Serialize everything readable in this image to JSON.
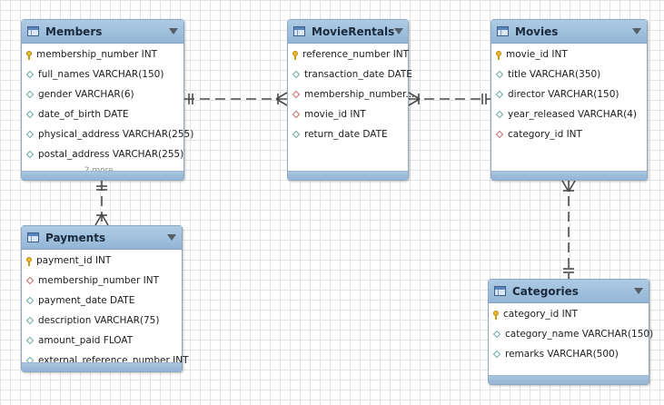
{
  "entities": {
    "members": {
      "title": "Members",
      "columns": [
        {
          "text": "membership_number INT",
          "kind": "pk"
        },
        {
          "text": "full_names VARCHAR(150)",
          "kind": "col"
        },
        {
          "text": "gender VARCHAR(6)",
          "kind": "col"
        },
        {
          "text": "date_of_birth DATE",
          "kind": "col"
        },
        {
          "text": "physical_address VARCHAR(255)",
          "kind": "col"
        },
        {
          "text": "postal_address VARCHAR(255)",
          "kind": "col"
        }
      ],
      "more_label": "2 more..."
    },
    "movie_rentals": {
      "title": "MovieRentals",
      "columns": [
        {
          "text": "reference_number INT",
          "kind": "pk"
        },
        {
          "text": "transaction_date DATE",
          "kind": "col"
        },
        {
          "text": "membership_number...",
          "kind": "fk"
        },
        {
          "text": "movie_id INT",
          "kind": "fk"
        },
        {
          "text": "return_date DATE",
          "kind": "col"
        }
      ]
    },
    "movies": {
      "title": "Movies",
      "columns": [
        {
          "text": "movie_id INT",
          "kind": "pk"
        },
        {
          "text": "title VARCHAR(350)",
          "kind": "col"
        },
        {
          "text": "director VARCHAR(150)",
          "kind": "col"
        },
        {
          "text": "year_released VARCHAR(4)",
          "kind": "col"
        },
        {
          "text": "category_id INT",
          "kind": "fk"
        }
      ]
    },
    "payments": {
      "title": "Payments",
      "columns": [
        {
          "text": "payment_id INT",
          "kind": "pk"
        },
        {
          "text": "membership_number INT",
          "kind": "fk"
        },
        {
          "text": "payment_date DATE",
          "kind": "col"
        },
        {
          "text": "description VARCHAR(75)",
          "kind": "col"
        },
        {
          "text": "amount_paid FLOAT",
          "kind": "col"
        },
        {
          "text": "external_reference_number INT",
          "kind": "col"
        }
      ]
    },
    "categories": {
      "title": "Categories",
      "columns": [
        {
          "text": "category_id INT",
          "kind": "pk"
        },
        {
          "text": "category_name VARCHAR(150)",
          "kind": "col"
        },
        {
          "text": "remarks VARCHAR(500)",
          "kind": "col"
        }
      ]
    }
  },
  "relationships": [
    {
      "from": "members",
      "to": "movie_rentals",
      "from_end": "one",
      "to_end": "many"
    },
    {
      "from": "movies",
      "to": "movie_rentals",
      "from_end": "one",
      "to_end": "many"
    },
    {
      "from": "members",
      "to": "payments",
      "from_end": "one",
      "to_end": "many"
    },
    {
      "from": "categories",
      "to": "movies",
      "from_end": "one",
      "to_end": "many"
    }
  ],
  "colors": {
    "header": "#a2c1de",
    "connector": "#4a4a4a",
    "grid": "#e4e4e4"
  }
}
